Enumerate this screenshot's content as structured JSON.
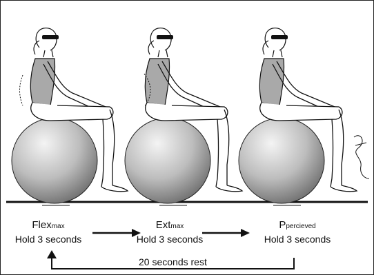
{
  "phases": [
    {
      "base": "Flex",
      "sub": "max",
      "hold": "Hold 3 seconds"
    },
    {
      "base": "Ext",
      "sub": "max",
      "hold": "Hold 3 seconds"
    },
    {
      "base": "P",
      "sub": "percieved",
      "hold": "Hold 3 seconds"
    }
  ],
  "rest": {
    "label": "20 seconds rest"
  },
  "colors": {
    "ink": "#111111",
    "ball_light": "#f2f2f2",
    "ball_dark": "#7d7d7d",
    "floor": "#111111"
  },
  "icons": [
    "figure-on-ball",
    "arrow-right",
    "return-arrow",
    "signature"
  ]
}
